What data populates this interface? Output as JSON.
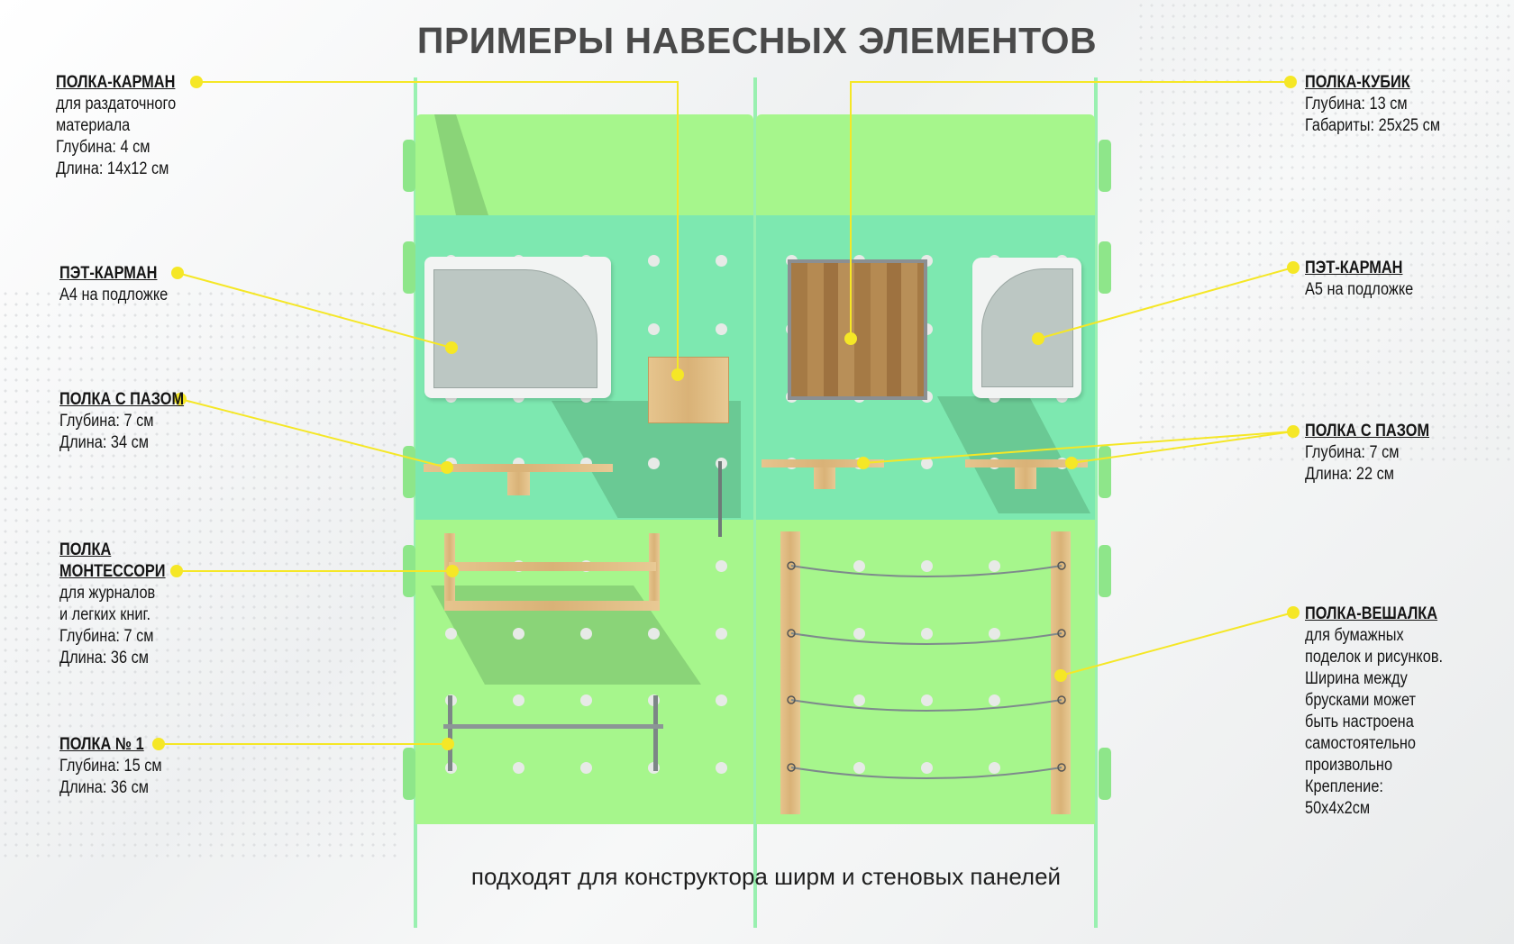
{
  "title": "ПРИМЕРЫ НАВЕСНЫХ ЭЛЕМЕНТОВ",
  "subtitle": "подходят для конструктора ширм и стеновых панелей",
  "colors": {
    "panel_light": "#a6f68c",
    "panel_mint": "#7de8b0",
    "wood": "#d9b277",
    "leader": "#f5e726",
    "title": "#4a4a4a"
  },
  "labels": {
    "shelf_pocket": {
      "heading": "ПОЛКА-КАРМАН",
      "lines": [
        "для раздаточного",
        "материала",
        "Глубина: 4 см",
        "Длина: 14х12 см"
      ]
    },
    "pet_pocket_a4": {
      "heading": "ПЭТ-КАРМАН",
      "lines": [
        "А4 на подложке"
      ]
    },
    "groove_shelf_34": {
      "heading": "ПОЛКА С ПАЗОМ",
      "lines": [
        "Глубина: 7 см",
        "Длина: 34 см"
      ]
    },
    "montessori": {
      "heading_lines": [
        "ПОЛКА",
        "МОНТЕССОРИ"
      ],
      "lines": [
        "для журналов",
        "и легких книг.",
        "Глубина: 7 см",
        "Длина: 36 см"
      ]
    },
    "shelf_1": {
      "heading": "ПОЛКА № 1",
      "lines": [
        "Глубина: 15 см",
        "Длина: 36 см"
      ]
    },
    "cube": {
      "heading": "ПОЛКА-КУБИК",
      "lines": [
        "Глубина: 13 см",
        "Габариты: 25х25 см"
      ]
    },
    "pet_pocket_a5": {
      "heading": "ПЭТ-КАРМАН",
      "lines": [
        "А5 на подложке"
      ]
    },
    "groove_shelf_22": {
      "heading": "ПОЛКА С ПАЗОМ",
      "lines": [
        "Глубина: 7 см",
        "Длина: 22 см"
      ]
    },
    "hanger": {
      "heading": "ПОЛКА-ВЕШАЛКА",
      "lines": [
        "для бумажных",
        "поделок и рисунков.",
        "Ширина между",
        "брусками может",
        "быть настроена",
        "самостоятельно",
        "произвольно",
        "Крепление:",
        "50х4х2см"
      ]
    }
  }
}
